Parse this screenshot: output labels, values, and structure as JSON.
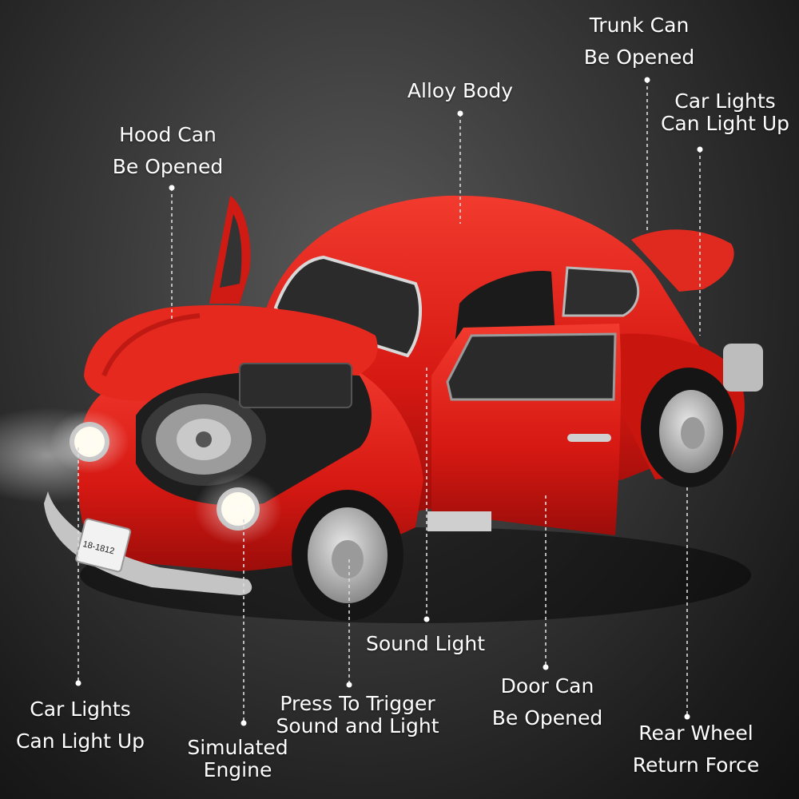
{
  "colors": {
    "car_body": "#e0201a",
    "car_shadow": "#8e0c0a",
    "leader_line": "#dcdcdc",
    "text": "#ffffff"
  },
  "plate_text": "18-1812",
  "labels": {
    "hood": {
      "line1": "Hood Can",
      "line2": "Be Opened"
    },
    "alloy": {
      "line1": "Alloy Body"
    },
    "trunk": {
      "line1": "Trunk Can",
      "line2": "Be Opened"
    },
    "lights_rear": {
      "line1": "Car Lights",
      "line2": "Can Light Up"
    },
    "sound": {
      "line1": "Sound Light"
    },
    "door": {
      "line1": "Door Can",
      "line2": "Be Opened"
    },
    "lights_front": {
      "line1": "Car Lights",
      "line2": "Can Light Up"
    },
    "trigger": {
      "line1": "Press To Trigger",
      "line2": "Sound and Light"
    },
    "engine": {
      "line1": "Simulated",
      "line2": "Engine"
    },
    "rear_wheel": {
      "line1": "Rear Wheel",
      "line2": "Return Force"
    }
  }
}
